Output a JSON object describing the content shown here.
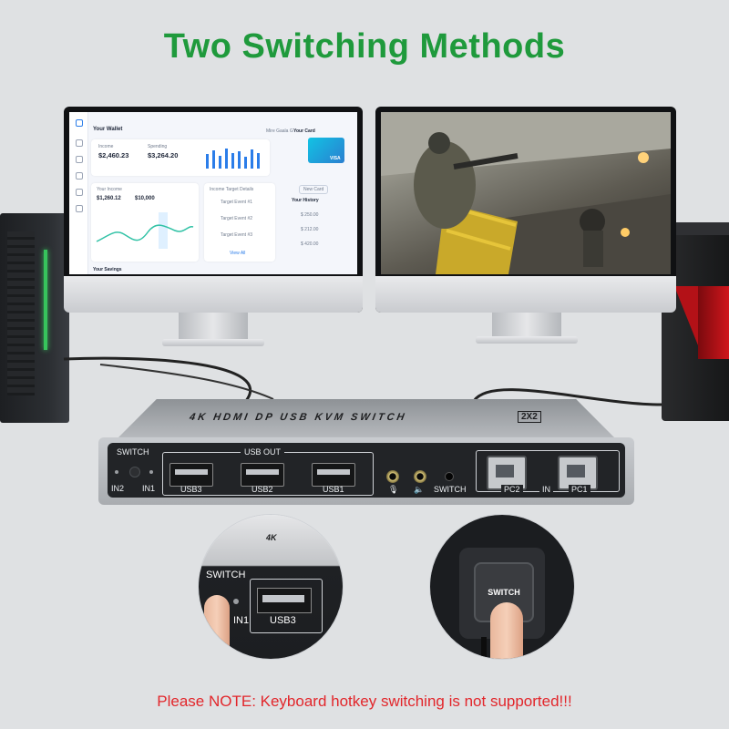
{
  "title": "Two Switching Methods",
  "note": "Please NOTE: Keyboard hotkey switching is not supported!!!",
  "dashboard": {
    "wallet_title": "Your Wallet",
    "user_name": "Mire Gaala G",
    "income_label": "Income",
    "income_value": "$2,460.23",
    "spending_label": "Spending",
    "spending_value": "$3,264.20",
    "card_title": "Your Card",
    "card_brand": "VISA",
    "new_card": "New Card",
    "your_income": "Your Income",
    "income2": "$1,260.12",
    "total_value": "$10,000",
    "target_title": "Income Target Details",
    "target_items": [
      "Target Event #1",
      "Target Event #2",
      "Target Event #3"
    ],
    "history_title": "Your History",
    "history_values": [
      "$ 250.00",
      "$ 212.00",
      "$ 420.00"
    ],
    "view_all": "View All",
    "savings": "Your Savings"
  },
  "kvm": {
    "top_label": "4K HDMI DP USB KVM SWITCH",
    "top_badge": "2X2",
    "switch_label": "SWITCH",
    "in2": "IN2",
    "in1": "IN1",
    "usb_out": "USB OUT",
    "usb3": "USB3",
    "usb2": "USB2",
    "usb1": "USB1",
    "switch_right": "SWITCH",
    "pc2": "PC2",
    "in": "IN",
    "pc1": "PC1"
  },
  "zoom_left": {
    "switch_label": "SWITCH",
    "in1": "IN1",
    "usb3": "USB3",
    "badge": "4K"
  },
  "zoom_right": {
    "button_label": "SWITCH"
  },
  "colors": {
    "title": "#1f9a3c",
    "note": "#e2262b",
    "led_green": "#37c45c",
    "led_red": "#d0161c"
  }
}
